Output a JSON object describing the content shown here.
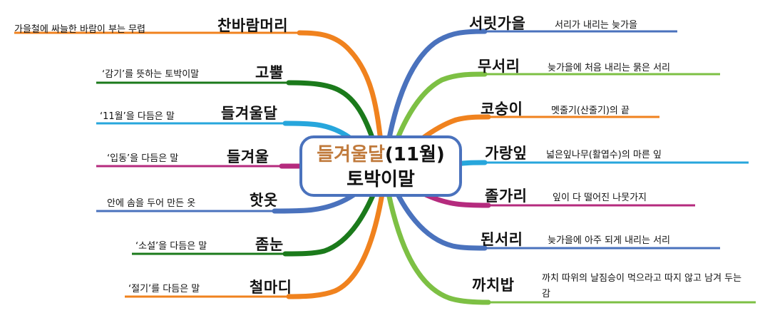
{
  "center": {
    "term": "들겨울달",
    "month": "(11월)",
    "subtitle": "토박이말"
  },
  "left_branches": [
    {
      "term": "찬바람머리",
      "definition": "가을철에 싸늘한 바람이 부는 무렵",
      "color": "#f0821e"
    },
    {
      "term": "고뿔",
      "definition": "‘감기’를 뜻하는 토박이말",
      "color": "#1b7a1b"
    },
    {
      "term": "들겨울달",
      "definition": "‘11월’을 다듬은 말",
      "color": "#27a6dc"
    },
    {
      "term": "들겨울",
      "definition": "‘입동’을 다듬은 말",
      "color": "#b52b7e"
    },
    {
      "term": "핫옷",
      "definition": "안에 솜을 두어 만든 옷",
      "color": "#4a72bd"
    },
    {
      "term": "좀눈",
      "definition": "‘소설’을 다듬은 말",
      "color": "#1b7a1b"
    },
    {
      "term": "철마디",
      "definition": "‘절기’를 다듬은 말",
      "color": "#f0821e"
    }
  ],
  "right_branches": [
    {
      "term": "서릿가을",
      "definition": "서리가 내리는 늦가을",
      "color": "#4a72bd"
    },
    {
      "term": "무서리",
      "definition": "늦가을에 처음 내리는 묽은 서리",
      "color": "#7dc044"
    },
    {
      "term": "코숭이",
      "definition": "멧줄기(산줄기)의 끝",
      "color": "#f0821e"
    },
    {
      "term": "가랑잎",
      "definition": "넓은잎나무(활엽수)의 마른 잎",
      "color": "#27a6dc"
    },
    {
      "term": "졸가리",
      "definition": "잎이 다 떨어진 나뭇가지",
      "color": "#b52b7e"
    },
    {
      "term": "된서리",
      "definition": "늦가을에 아주 되게 내리는 서리",
      "color": "#4a72bd"
    },
    {
      "term": "까치밥",
      "definition": "까치 따위의 날짐승이 먹으라고 따지 않고 남겨 두는 감",
      "color": "#7dc044"
    }
  ]
}
